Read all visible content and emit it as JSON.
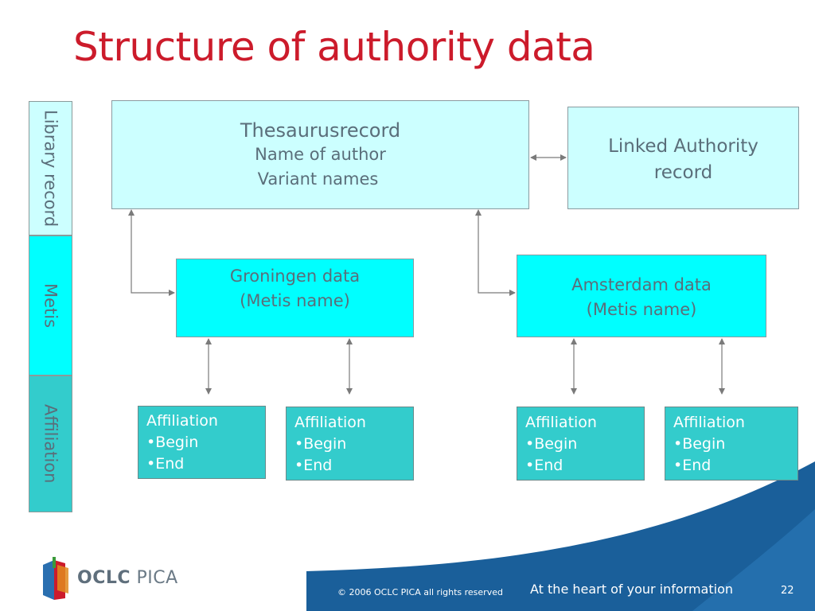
{
  "title": "Structure of authority data",
  "side_labels": {
    "library": "Library record",
    "metis": "Metis",
    "affiliation": "Affiliation"
  },
  "thesaurus": {
    "title": "Thesaurusrecord",
    "line1": "Name of author",
    "line2": "Variant names"
  },
  "linked": {
    "line1": "Linked Authority",
    "line2": "record"
  },
  "groningen": {
    "line1": "Groningen data",
    "line2": "(Metis name)"
  },
  "amsterdam": {
    "line1": "Amsterdam data",
    "line2": "(Metis name)"
  },
  "affiliations": [
    {
      "title": "Affiliation",
      "begin": "•Begin",
      "end": "•End"
    },
    {
      "title": "Affiliation",
      "begin": "•Begin",
      "end": "•End"
    },
    {
      "title": "Affiliation",
      "begin": "•Begin",
      "end": "•End"
    },
    {
      "title": "Affiliation",
      "begin": "•Begin",
      "end": "•End"
    }
  ],
  "footer": {
    "logo_oclc": "OCLC",
    "logo_pica": "PICA",
    "copyright": "© 2006 OCLC PICA all rights reserved",
    "tagline": "At the heart of your information",
    "page": "22"
  },
  "colors": {
    "title": "#cc1b2b",
    "thesaurus_fill": "#ccffff",
    "metis_fill": "#00ffff",
    "affiliation_fill": "#33cccc",
    "footer_blue": "#1a5f9a"
  }
}
